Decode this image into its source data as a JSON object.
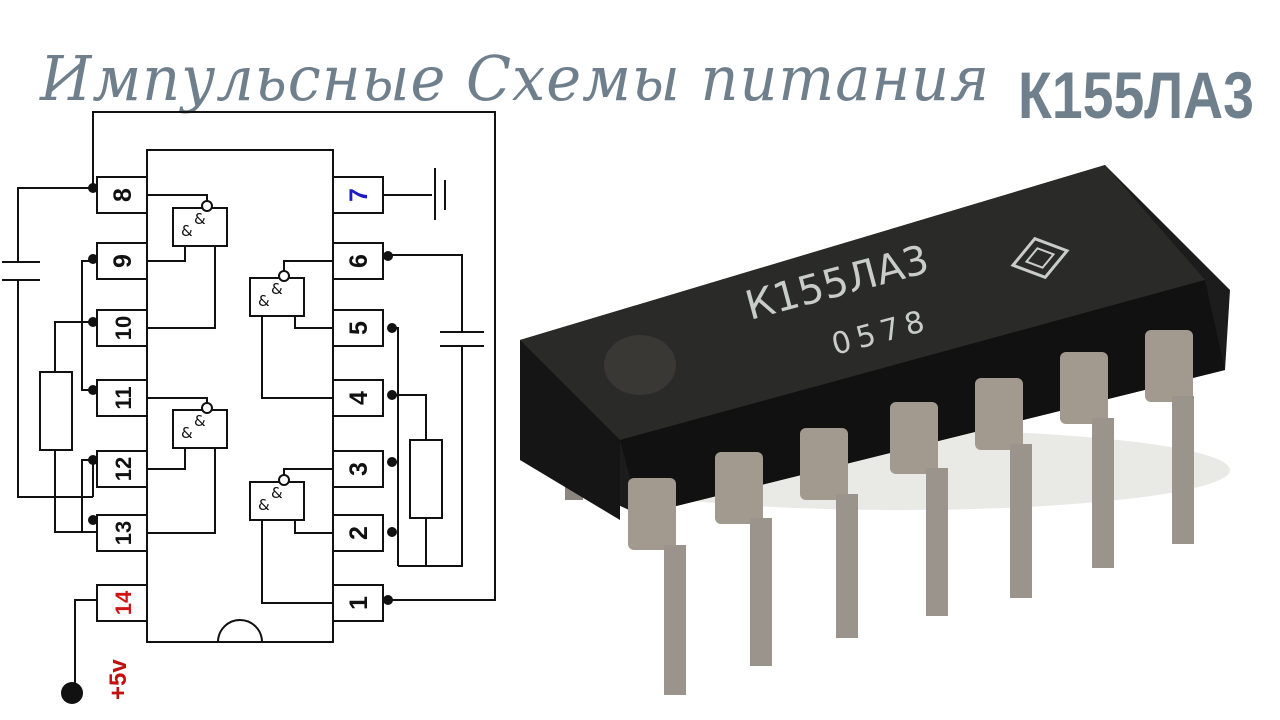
{
  "title": {
    "script_text": "Импульсные Схемы питания",
    "part_number": "К155ЛА3"
  },
  "schematic": {
    "pins_left": [
      "8",
      "9",
      "10",
      "11",
      "12",
      "13",
      "14"
    ],
    "pins_right": [
      "7",
      "6",
      "5",
      "4",
      "3",
      "2",
      "1"
    ],
    "gate_symbol": "&",
    "power_label": "+5v",
    "colors": {
      "pin7": "#1a1ac8",
      "pin14": "#d01414",
      "power": "#c01010"
    }
  },
  "photo": {
    "chip_marking": "К155ЛА3",
    "chip_code": "0578"
  }
}
